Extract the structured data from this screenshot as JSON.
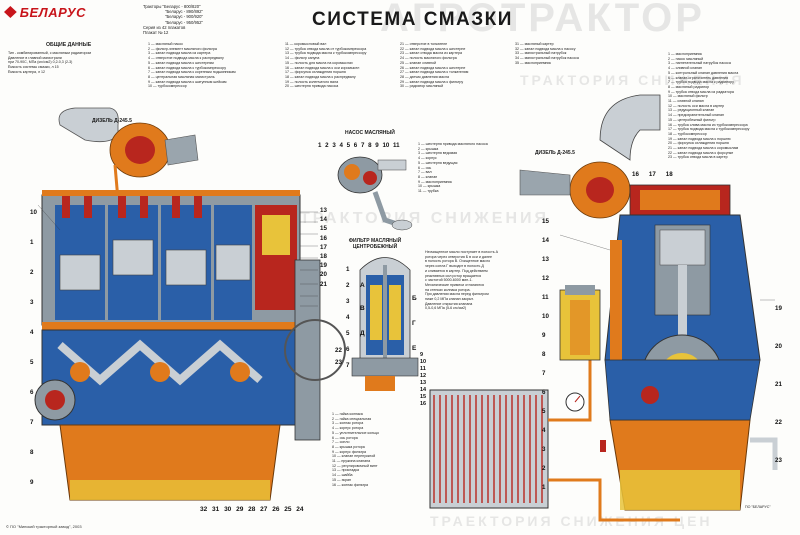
{
  "header": {
    "brand": "БЕЛАРУС",
    "models": [
      "Тракторы \"Беларус - 800/820\"",
      "\"Беларус - 890/892\"",
      "\"Беларус - 900/920\"",
      "\"Беларус - 950/952\"",
      "Серия из 42 плакатов",
      "Плакат № 12"
    ],
    "title": "СИСТЕМА СМАЗКИ"
  },
  "watermarks": [
    "АГРОТРАКТОР",
    "ТРАКТОРИЯ СНИЖЕНИЯ",
    "ТРАЕКТОРИЯ СНИЖЕНИЯ ЦЕН",
    "ТРАКТОРИЯ СНИЖЕНИЯ"
  ],
  "general_data": {
    "heading": "ОБЩИЕ ДАННЫЕ",
    "lines": [
      "Тип - комбинированный, с масляным радиатором",
      "Давление в главной магистрали",
      "при 70-90С, МПа (кгс/см2)   0,2-0,3 (2-3)",
      "Ёмкость системы смазки, л       15",
      "Ёмкость картера, л                12"
    ]
  },
  "labels": {
    "diesel_left": "ДИЗЕЛЬ Д-245.5",
    "diesel_right": "ДИЗЕЛЬ Д-245.5",
    "pump": "НАСОС МАСЛЯНЫЙ",
    "filter": "ФИЛЬТР МАСЛЯНЫЙ ЦЕНТРОБЕЖНЫЙ",
    "filter_letters": [
      "А",
      "Б",
      "В",
      "Г",
      "Д",
      "Е"
    ],
    "signature": "ПО \"БЕЛАРУС\""
  },
  "legend_center_1": [
    "1 — масляный насос",
    "2 — фильтр-элемент масляного фильтра",
    "3 — канал подвода масла из картера",
    "4 — отверстие подвода масла к распредвалу",
    "5 — канал подвода масла к шестерням",
    "6 — канал подвода масла к турбокомпрессору",
    "7 — канал подвода масла к коренным подшипникам",
    "8 — центральная масляная магистраль",
    "9 — канал подвода масла к шатунным шейкам",
    "10 — турбокомпрессор"
  ],
  "legend_center_2": [
    "11 — коромысловый вал",
    "12 — трубка отвода масла от турбокомпрессора",
    "13 — трубка подвода масла к турбокомпрессору",
    "14 — фильтр сапуна",
    "15 — полость для масла на коромыслах",
    "16 — канал подвода масла к оси коромысел",
    "17 — форсунка охлаждения поршня",
    "18 — канал подвода масла к распредвалу",
    "19 — полость коленчатого вала",
    "20 — шестерня привода насоса"
  ],
  "legend_center_3": [
    "21 — отверстие в толкателе",
    "22 — канал подвода масла к шестерне",
    "23 — канал отвода масла из картера",
    "24 — полость масляного фильтра",
    "25 — клапан сливной",
    "26 — канал подвода масла к шестерне",
    "27 — канал подвода масла к толкателям",
    "28 — датчик давления масла",
    "29 — канал подвода масла к фильтру",
    "30 — радиатор масляный"
  ],
  "legend_center_4": [
    "31 — масляный картер",
    "32 — канал подвода масла к насосу",
    "33 — магистральный патрубок",
    "34 — магистральный патрубок насоса",
    "35 — маслоприемник"
  ],
  "legend_right": [
    "1 — маслоприемник",
    "2 — насос масляный",
    "3 — нагнетательный патрубок насоса",
    "4 — сливной клапан",
    "5 — контрольный клапан давления масла",
    "6 — клапан-ограничитель давления",
    "7 — трубка подвода масла к радиатору",
    "8 — масляный радиатор",
    "9 — трубка отвода масла из радиатора",
    "10 — масляный фильтр",
    "11 — сливной клапан",
    "12 — полость оси масла в картер",
    "13 — редукционный клапан",
    "14 — предохранительный клапан",
    "15 — центробежный фильтр",
    "16 — трубка слива масла из турбокомпрессора",
    "17 — трубка подвода масла к турбокомпрессору",
    "18 — турбокомпрессор",
    "19 — канал подвода масла к поршню",
    "20 — форсунка охлаждения поршня",
    "21 — канал подвода масла к коромыслам",
    "22 — канал подвода масла к форсунке",
    "23 — трубка отвода масла в картер"
  ],
  "pump_legend": [
    "1 — шестерня привода масляного насоса",
    "2 — крышка",
    "3 — шестерня ведомая",
    "4 — корпус",
    "5 — шестерня ведущая",
    "6 — ось",
    "7 — вал",
    "8 — клапан",
    "9 — маслоприемник",
    "10 — крышка",
    "11 — трубка"
  ],
  "pump_numbers": "1 2 3 4 5 6 7 8 9 10 11",
  "filter_text": [
    "Неочищенное масло поступает в полость А",
    "ротора через отверстия Б в оси и далее",
    "в полость ротора В. Очищенное масло",
    "через сопла Г выходит в полость Д",
    "и сливается в картер. Под действием",
    "реактивных сил ротор вращается",
    "с частотой 5000-6000 мин-1.",
    "Механические примеси отлагаются",
    "на стенках колпака ротора.",
    "При давлении масла перед фильтром",
    "ниже 0,2 МПа клапан закрыт.",
    "Давление открытия клапана",
    "0,5-0,6 МПа (5-6 кгс/см2)"
  ],
  "filter_legend": [
    "1 — гайка колпака",
    "2 — гайка специальная",
    "3 — колпак ротора",
    "4 — корпус ротора",
    "5 — уплотнительное кольцо",
    "6 — ось ротора",
    "7 — сопло",
    "8 — крышка ротора",
    "9 — корпус фильтра",
    "10 — клапан перепускной",
    "11 — пружина клапана",
    "12 — регулировочный винт",
    "13 — прокладка",
    "14 — шайба",
    "15 — экран",
    "16 — колпак фильтра"
  ],
  "numbers": {
    "left_block": [
      "13",
      "14",
      "15",
      "16",
      "17",
      "18",
      "19",
      "20",
      "21"
    ],
    "left_side": [
      "10",
      "1",
      "2",
      "3",
      "4",
      "5",
      "6",
      "7",
      "8",
      "9"
    ],
    "bottom_row": "32 31 30 29 28 27 26 25 24",
    "left_right_col": [
      "22",
      "23"
    ],
    "filter_left": [
      "1",
      "2",
      "3",
      "4",
      "5",
      "6",
      "7"
    ],
    "filter_right": [
      "9",
      "10",
      "11",
      "12",
      "13",
      "14",
      "15",
      "16"
    ],
    "right_top": [
      "16",
      "17",
      "18"
    ],
    "right_left": [
      "15",
      "14",
      "13",
      "12",
      "11",
      "10",
      "9",
      "8",
      "7",
      "6",
      "5",
      "4",
      "3",
      "2",
      "1"
    ],
    "right_right": [
      "19",
      "20",
      "21",
      "22",
      "23"
    ]
  },
  "footer": "© ПО \"Минский тракторный завод\", 2003",
  "colors": {
    "oil_orange": "#e07a1c",
    "engine_blue": "#2a5fa8",
    "engine_gray": "#8e9aa3",
    "deep_red": "#b8261e",
    "yellow_oil": "#e8c33a",
    "brand_red": "#c8151b"
  }
}
